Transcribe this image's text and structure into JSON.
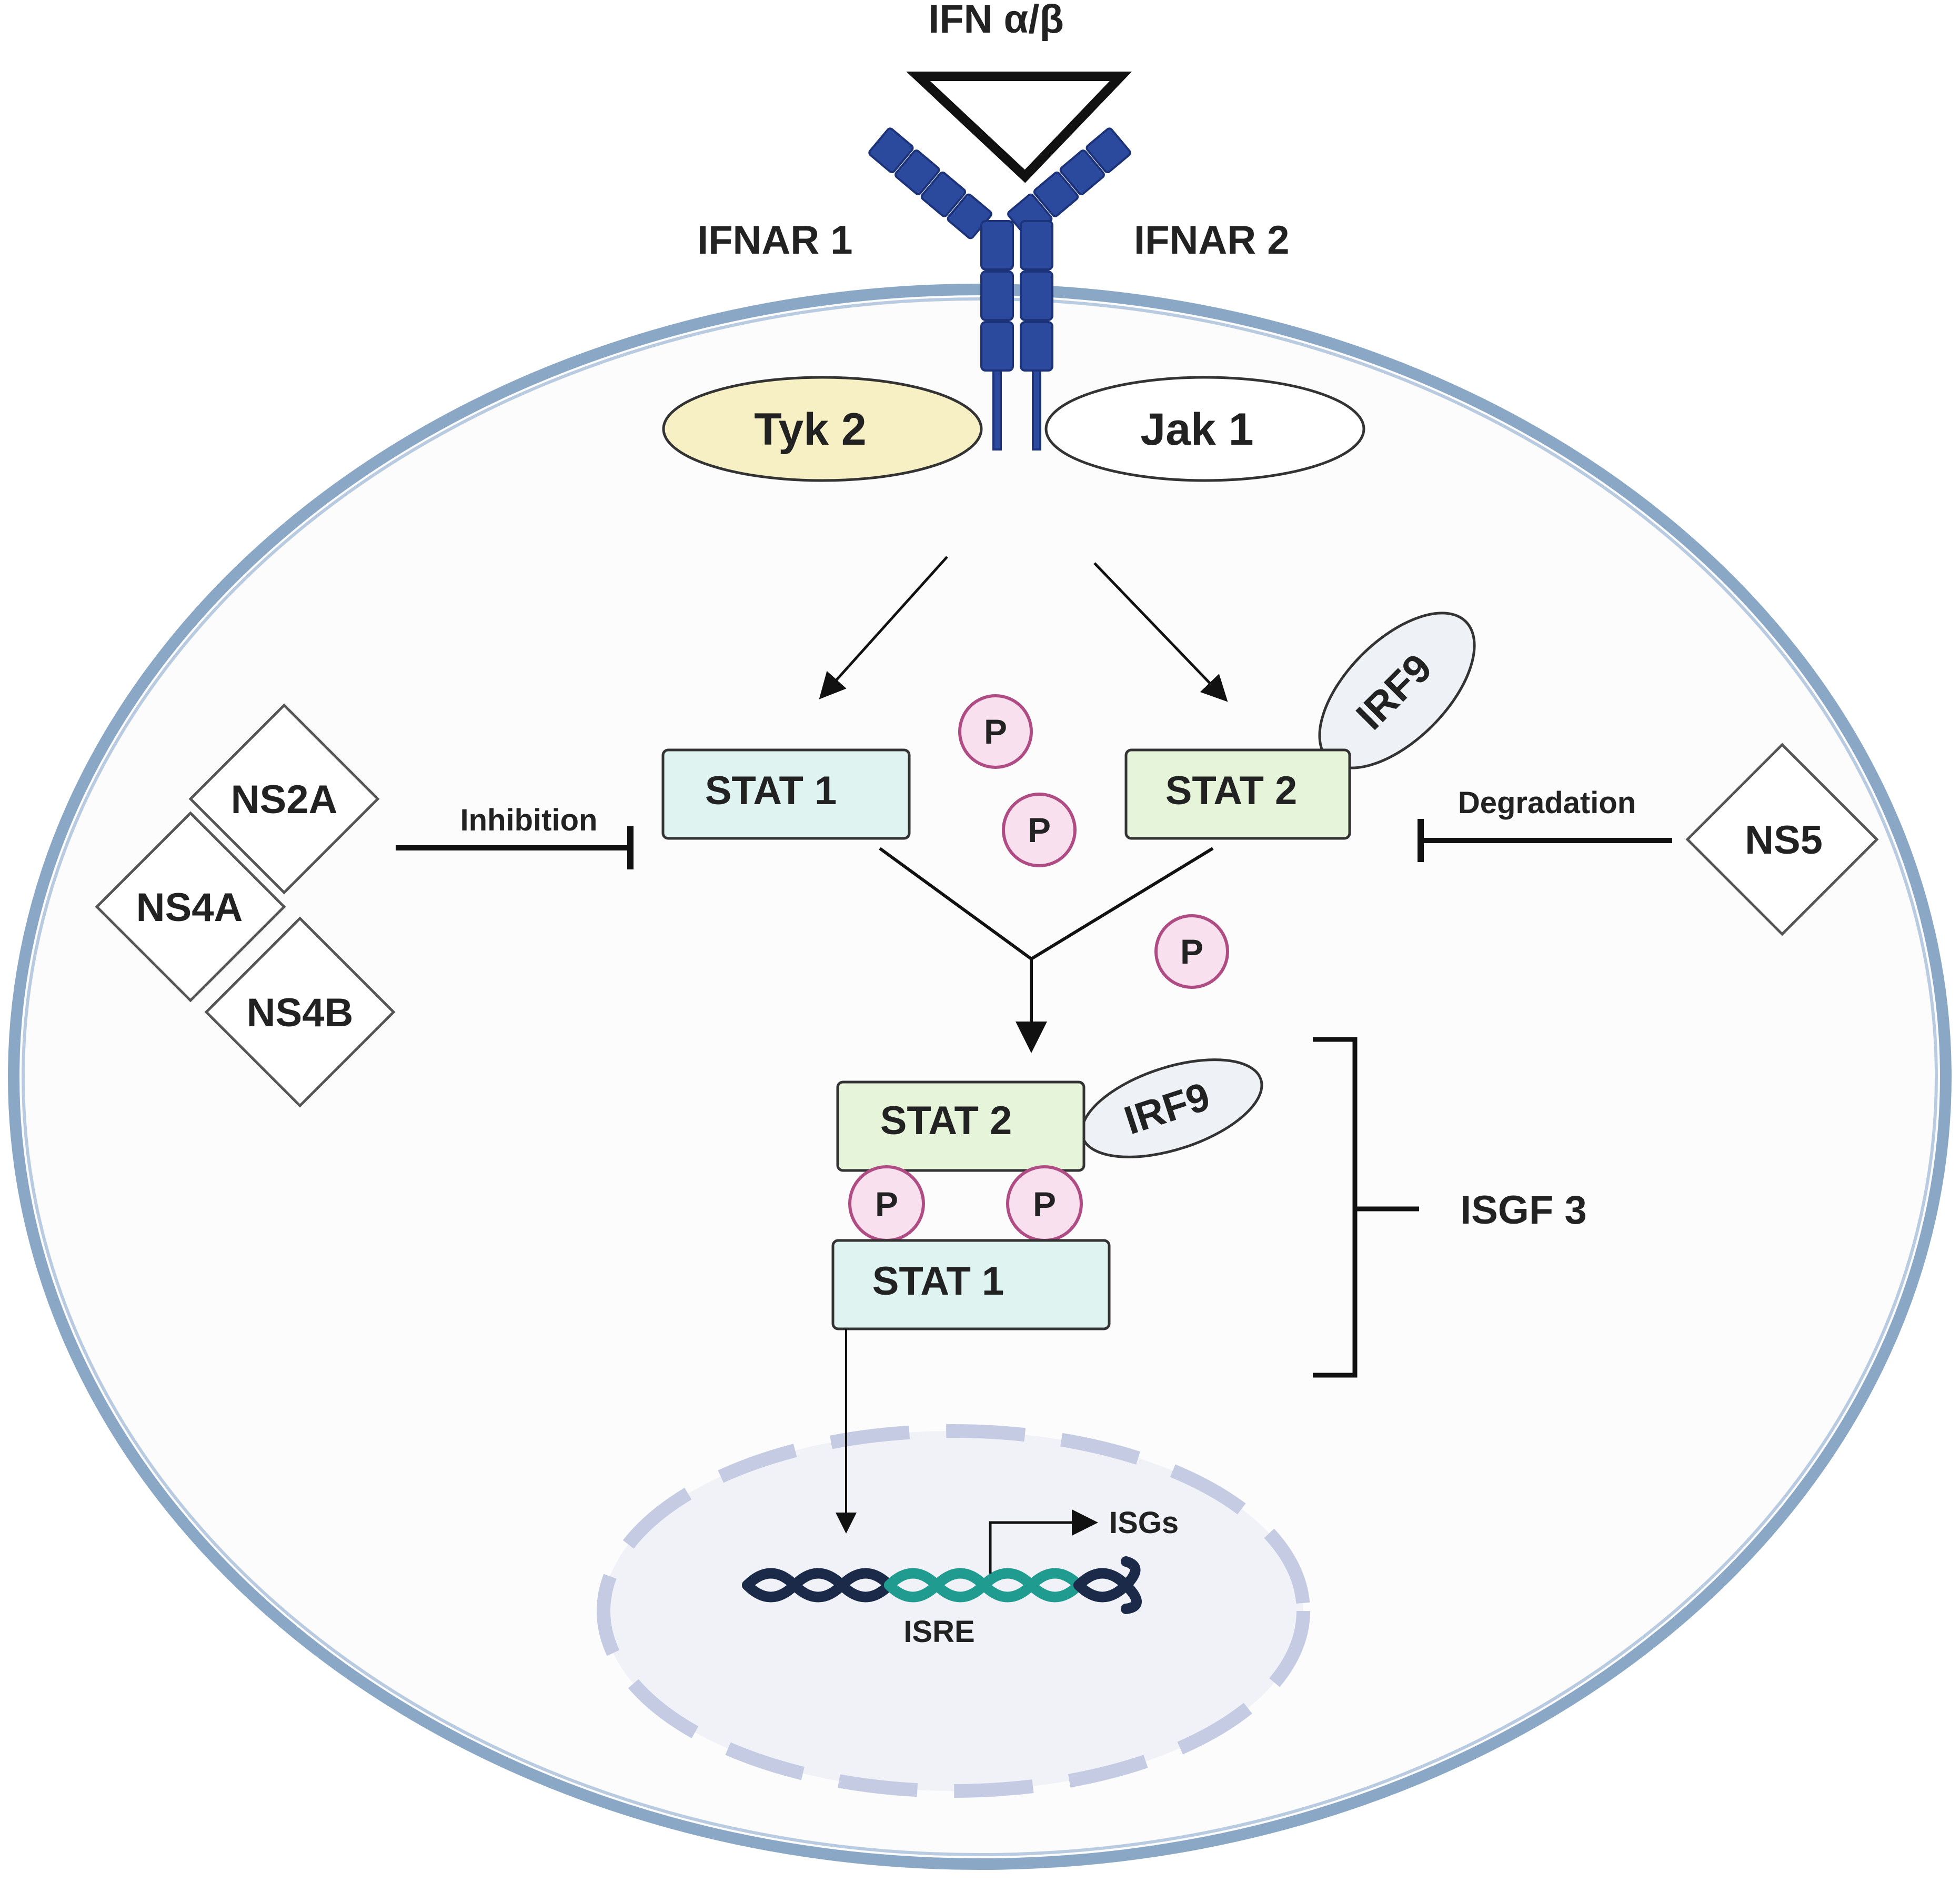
{
  "ligand": {
    "label": "IFN α/β"
  },
  "receptors": {
    "left": "IFNAR 1",
    "right": "IFNAR 2"
  },
  "kinases": {
    "tyk2": "Tyk 2",
    "jak1": "Jak 1"
  },
  "stat1": "STAT 1",
  "stat2": "STAT 2",
  "irf9": "IRF9",
  "phospho": "P",
  "viral_proteins": {
    "ns2a": "NS2A",
    "ns4a": "NS4A",
    "ns4b": "NS4B",
    "ns5": "NS5"
  },
  "actions": {
    "inhibition": "Inhibition",
    "degradation": "Degradation"
  },
  "complex": {
    "label": "ISGF 3"
  },
  "nucleus": {
    "isre": "ISRE",
    "isgs": "ISGs"
  },
  "colors": {
    "cell_membrane": "#8aa8c6",
    "receptor": "#2b4a9e",
    "tyk2_fill": "#f7f0c4",
    "stat1_fill": "#dff3f1",
    "stat2_fill": "#e6f4da",
    "phospho_fill": "#f9e0ee",
    "phospho_stroke": "#b04c84",
    "nucleus_fill": "#f0f2f8",
    "nucleus_border": "#c4cbe2",
    "dna_dark": "#1a2a48",
    "dna_teal": "#1f9c8f"
  }
}
